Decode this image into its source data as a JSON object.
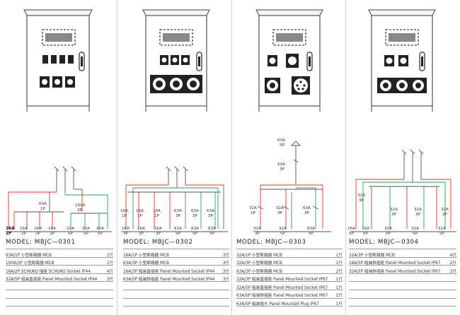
{
  "panels": [
    {
      "model": "MODEL: MBJC—0301",
      "rows": [
        {
          "desc": "63A/1P 小型断路器 MCB",
          "qty": "1只"
        },
        {
          "desc": "100A/3P 小型断路器 MCB",
          "qty": "1只"
        },
        {
          "desc": "16A/2P SCHUKO 插座 SCHUKO Socket IP44",
          "qty": "4只"
        },
        {
          "desc": "32A/5P 暗装直插座 Panel Mounted Socket IP44",
          "qty": "3只"
        },
        {
          "desc": "",
          "qty": ""
        },
        {
          "desc": "",
          "qty": ""
        },
        {
          "desc": "",
          "qty": ""
        }
      ],
      "labels": {
        "breaker_a": [
          "63A",
          "1P"
        ],
        "breaker_b": [
          "100A",
          "3P"
        ],
        "outlets": [
          [
            "16A",
            "2P"
          ],
          [
            "16A",
            "2P"
          ],
          [
            "16A",
            "2P"
          ],
          [
            "16A",
            "2P"
          ],
          [
            "32A",
            "5P"
          ],
          [
            "32A",
            "5P"
          ],
          [
            "32A",
            "5P"
          ]
        ]
      }
    },
    {
      "model": "MODEL: MBJC—0302",
      "rows": [
        {
          "desc": "16A/1P 小型断路器 MCB",
          "qty": "3只"
        },
        {
          "desc": "63A/3P 小型断路器 MCB",
          "qty": "3只"
        },
        {
          "desc": "16A/3P 暗装直插座 Panel Mounted Socket IP44",
          "qty": "3只"
        },
        {
          "desc": "63A/5P 暗装斜插座 Panel Mounted Socket IP44",
          "qty": "3只"
        },
        {
          "desc": "",
          "qty": ""
        },
        {
          "desc": "",
          "qty": ""
        },
        {
          "desc": "",
          "qty": ""
        }
      ],
      "labels": {
        "breakers": [
          [
            "16A",
            "1P"
          ],
          [
            "16A",
            "1P"
          ],
          [
            "16A",
            "1P"
          ],
          [
            "63A",
            "3P"
          ],
          [
            "63A",
            "3P"
          ],
          [
            "63A",
            "3P"
          ]
        ],
        "outlets": [
          [
            "16A",
            "3P"
          ],
          [
            "16A",
            "3P"
          ],
          [
            "16A",
            "3P"
          ],
          [
            "63A",
            "5P"
          ],
          [
            "63A",
            "5P"
          ],
          [
            "63A",
            "5P"
          ]
        ]
      }
    },
    {
      "model": "MODEL: MBJC—0303",
      "rows": [
        {
          "desc": "32A/1P 小型断路器 MCB",
          "qty": "1只"
        },
        {
          "desc": "32A/3P 小型断路器 MCB",
          "qty": "1只"
        },
        {
          "desc": "63A/3P 小型断路器 MCB",
          "qty": "2只"
        },
        {
          "desc": "32A/3P 暗装直插座 Panel Mounted Socket IP67",
          "qty": "1只"
        },
        {
          "desc": "32A/5P 暗装直插座 Panel Mounted Socket IP67",
          "qty": "1只"
        },
        {
          "desc": "63A/5P 暗装斜插座 Panel Mounted Socket IP67",
          "qty": "1只"
        },
        {
          "desc": "63A/5P 暗装插头 Panel Mounted Plug IP67",
          "qty": "1只"
        }
      ],
      "labels": {
        "inlet": [
          "63A",
          "5P"
        ],
        "main": [
          "63A",
          "3P"
        ],
        "breakers": [
          [
            "32A",
            "1P"
          ],
          [
            "32A",
            "3P"
          ],
          [
            "63A",
            "3P"
          ]
        ],
        "outlets": [
          [
            "32A",
            "3P"
          ],
          [
            "32A",
            "5P"
          ],
          [
            "63A",
            "5P"
          ]
        ]
      }
    },
    {
      "model": "MODEL: MBJC—0304",
      "rows": [
        {
          "desc": "32A/3P 小型断路器 MCB",
          "qty": "4只"
        },
        {
          "desc": "16A/5P 暗装斜插座 Panel Mounted Socket IP67",
          "qty": "2只"
        },
        {
          "desc": "32A/5P 暗装斜插座 Panel Mounted Socket IP67",
          "qty": "3只"
        },
        {
          "desc": "",
          "qty": ""
        },
        {
          "desc": "",
          "qty": ""
        },
        {
          "desc": "",
          "qty": ""
        },
        {
          "desc": "",
          "qty": ""
        }
      ],
      "labels": {
        "breaker_a": [
          "32A",
          "3P"
        ],
        "breakers": [
          [
            "32A",
            "3P"
          ],
          [
            "32A",
            "3P"
          ],
          [
            "32A",
            "3P"
          ]
        ],
        "outlets": [
          [
            "16A",
            "5P"
          ],
          [
            "16A",
            "5P"
          ],
          [
            "32A",
            "5P"
          ],
          [
            "32A",
            "5P"
          ],
          [
            "32A",
            "5P"
          ]
        ]
      }
    }
  ],
  "colors": {
    "red": "#d9342b",
    "green": "#2a9d5c",
    "line": "#555555"
  }
}
